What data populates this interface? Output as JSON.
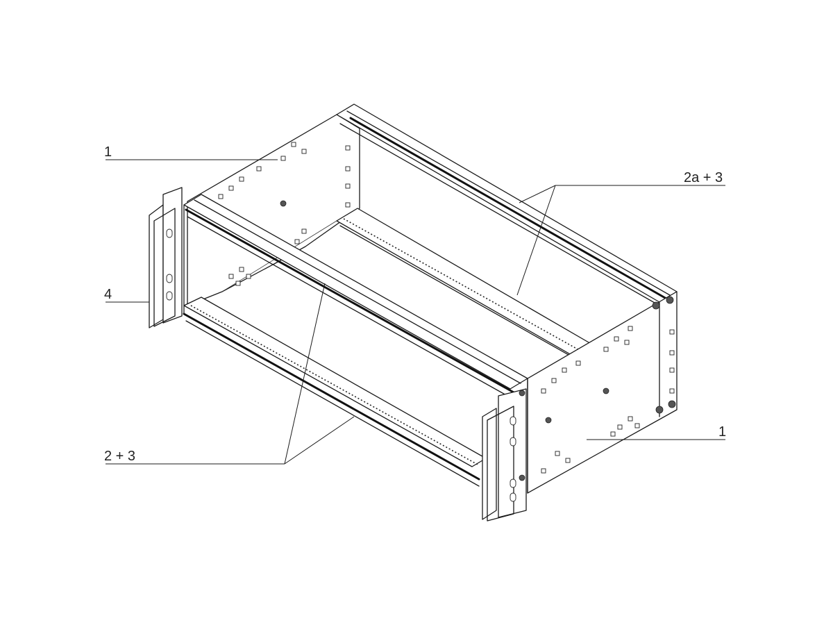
{
  "callouts": [
    {
      "label": "1"
    },
    {
      "label": "2a + 3"
    },
    {
      "label": "4"
    },
    {
      "label": "2 + 3"
    },
    {
      "label": "1"
    }
  ]
}
